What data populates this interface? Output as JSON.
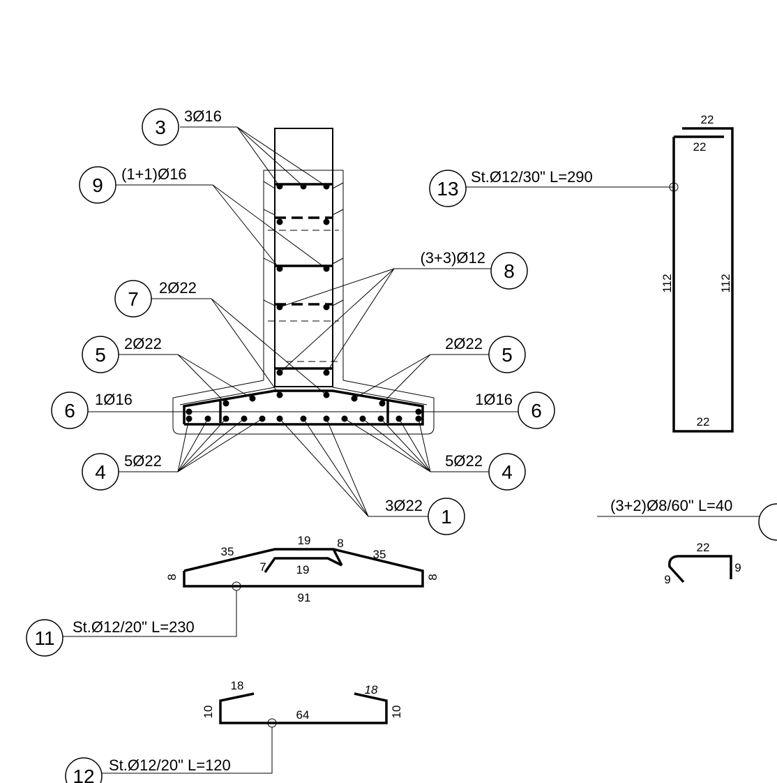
{
  "marks": [
    {
      "id": "3",
      "text": "3Ø16"
    },
    {
      "id": "9",
      "text": "(1+1)Ø16"
    },
    {
      "id": "7",
      "text": "2Ø22"
    },
    {
      "id": "5",
      "text": "2Ø22"
    },
    {
      "id": "5",
      "text": "2Ø22"
    },
    {
      "id": "6",
      "text": "1Ø16"
    },
    {
      "id": "6",
      "text": "1Ø16"
    },
    {
      "id": "4",
      "text": "5Ø22"
    },
    {
      "id": "4",
      "text": "5Ø22"
    },
    {
      "id": "1",
      "text": "3Ø22"
    },
    {
      "id": "8",
      "text": "(3+3)Ø12"
    },
    {
      "id": "13",
      "text": "St.Ø12/30\" L=290"
    },
    {
      "id": "11",
      "text": "St.Ø12/20\" L=230"
    },
    {
      "id": "12",
      "text": "St.Ø12/20\" L=120"
    },
    {
      "id": "",
      "text": "(3+2)Ø8/60\" L=40"
    }
  ],
  "dims": {
    "s13": [
      "22",
      "22",
      "112",
      "112",
      "22"
    ],
    "s11": [
      "35",
      "19",
      "8",
      "35",
      "7",
      "19",
      "8",
      "8",
      "91"
    ],
    "s12": [
      "18",
      "18",
      "10",
      "64",
      "10"
    ],
    "s14": [
      "22",
      "9",
      "9"
    ]
  }
}
